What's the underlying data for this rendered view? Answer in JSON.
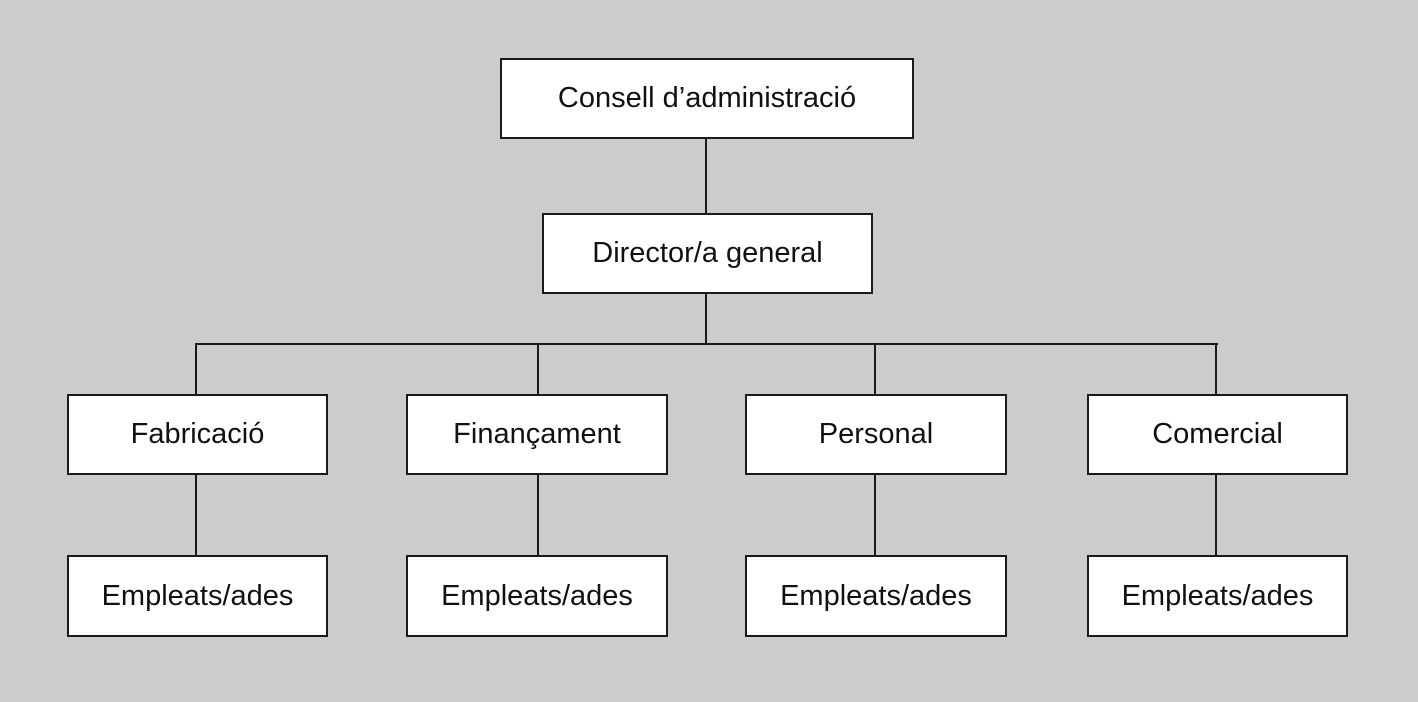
{
  "chart": {
    "root": "Consell d’administració",
    "director": "Director/a general",
    "departments": [
      {
        "name": "Fabricació",
        "staff": "Empleats/ades"
      },
      {
        "name": "Finançament",
        "staff": "Empleats/ades"
      },
      {
        "name": "Personal",
        "staff": "Empleats/ades"
      },
      {
        "name": "Comercial",
        "staff": "Empleats/ades"
      }
    ]
  }
}
